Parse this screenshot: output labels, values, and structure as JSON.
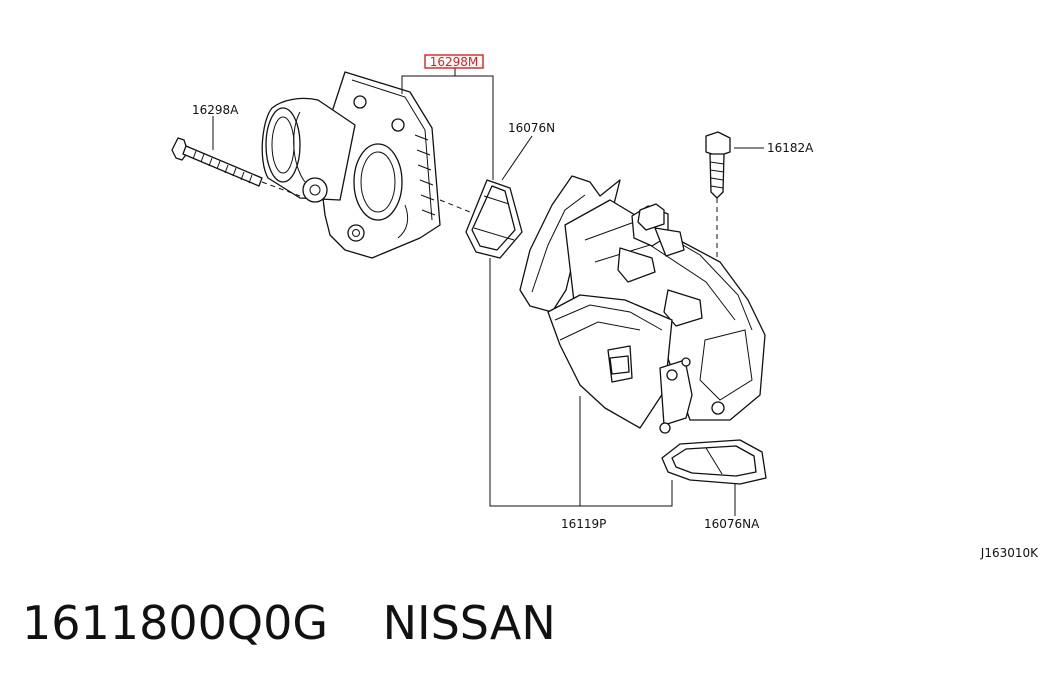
{
  "diagram": {
    "callouts": {
      "c16298M": "16298M",
      "c16298A": "16298A",
      "c16076N": "16076N",
      "c16182A": "16182A",
      "c16119P": "16119P",
      "c16076NA": "16076NA"
    },
    "ref_code": "J163010K",
    "highlight_color": "#d92020"
  },
  "footer": {
    "part_number": "1611800Q0G",
    "brand": "NISSAN"
  }
}
